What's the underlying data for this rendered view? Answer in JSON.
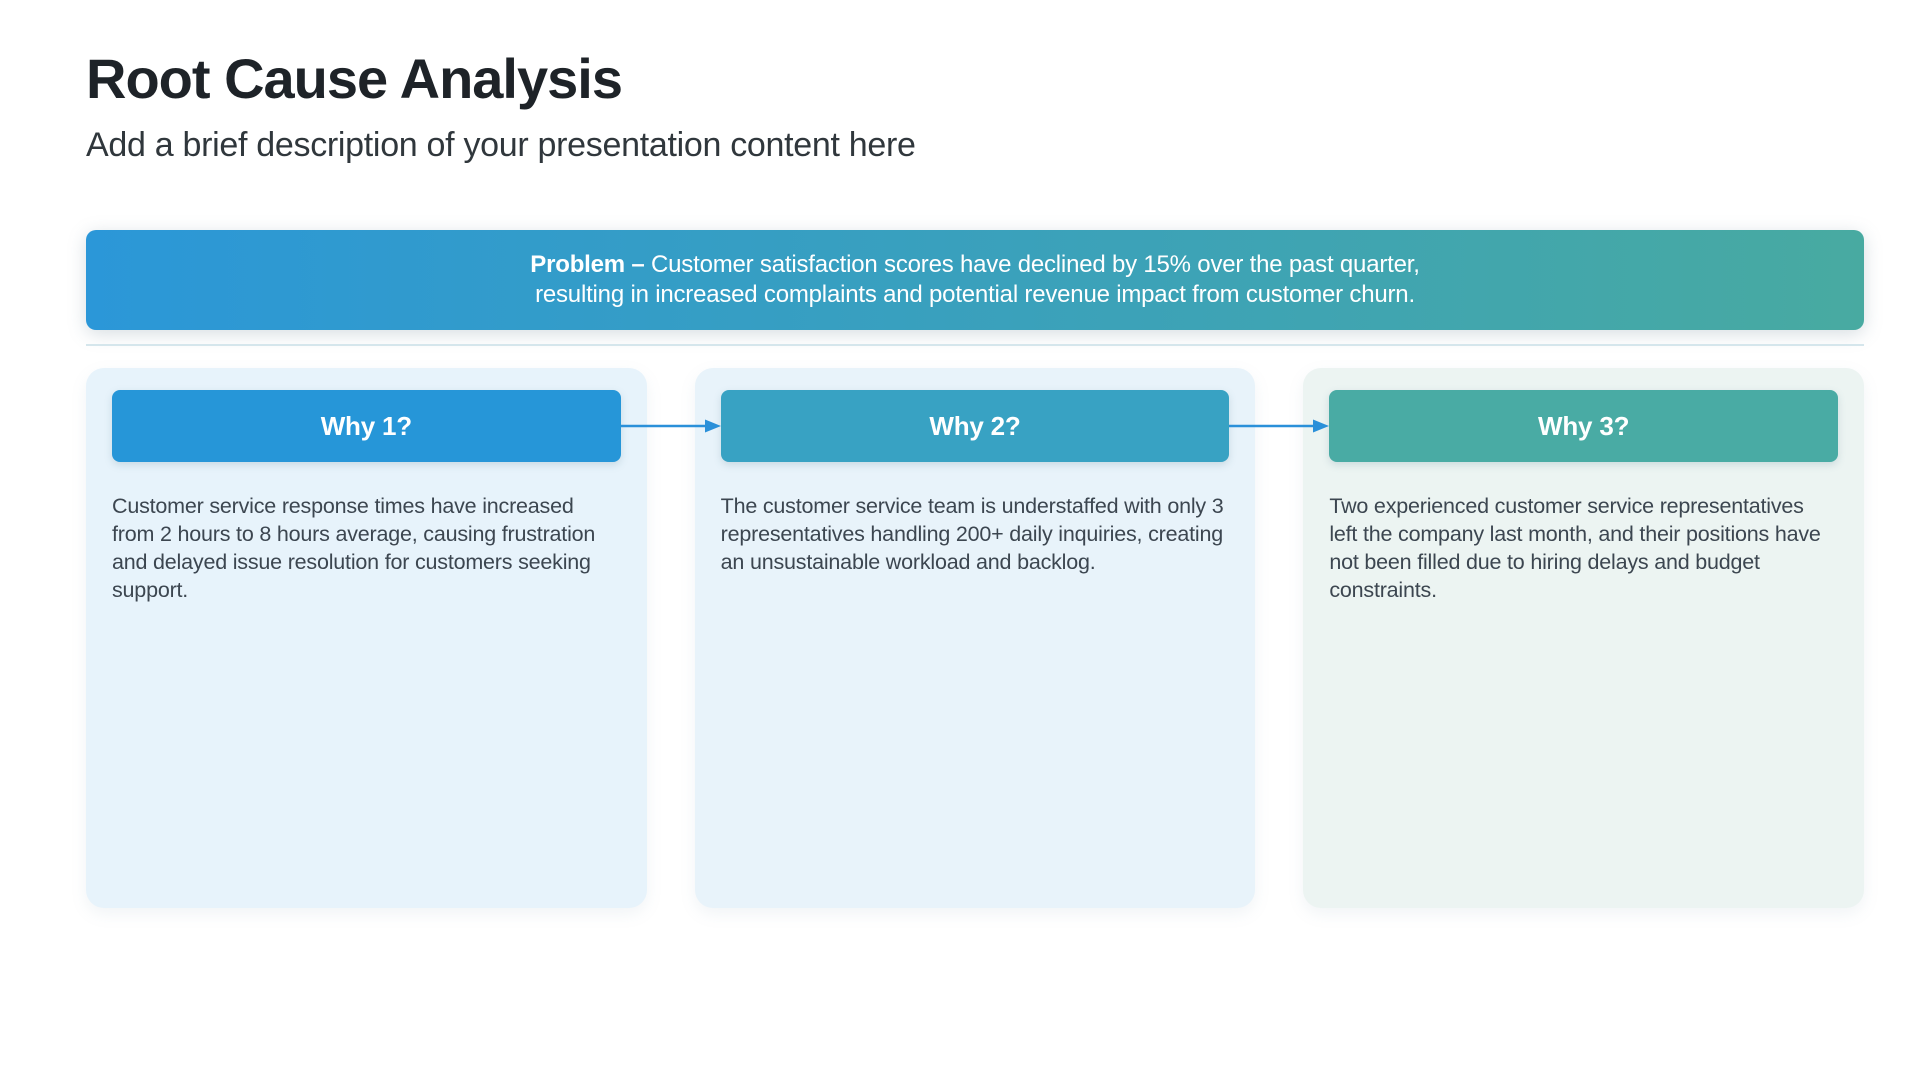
{
  "header": {
    "title": "Root Cause Analysis",
    "subtitle": "Add a brief description of your presentation content here"
  },
  "problem": {
    "label": "Problem –",
    "line1": "Customer satisfaction scores have declined by 15% over the past quarter,",
    "line2": "resulting in increased complaints and potential revenue impact from customer churn."
  },
  "whys": [
    {
      "label": "Why 1?",
      "body": "Customer service response times have increased from 2 hours to 8 hours average, causing frustration and delayed issue resolution for customers seeking support.",
      "header_color": "#2696d8",
      "card_bg": "#e7f3fb"
    },
    {
      "label": "Why 2?",
      "body": "The customer service team is understaffed with only 3 representatives handling 200+ daily inquiries, creating an unsustainable workload and backlog.",
      "header_color": "#38a2c3",
      "card_bg": "#e8f3fa"
    },
    {
      "label": "Why 3?",
      "body": "Two experienced customer service representatives left the company last month, and their positions have not been filled due to hiring delays and budget constraints.",
      "header_color": "#49aba4",
      "card_bg": "#ecf4f2"
    }
  ],
  "colors": {
    "banner_gradient_start": "#2b97d8",
    "banner_gradient_end": "#48aaa1",
    "arrow": "#2a90d9",
    "title_text": "#1e2328",
    "body_text": "#3c4650",
    "divider": "#d5e6ec"
  }
}
